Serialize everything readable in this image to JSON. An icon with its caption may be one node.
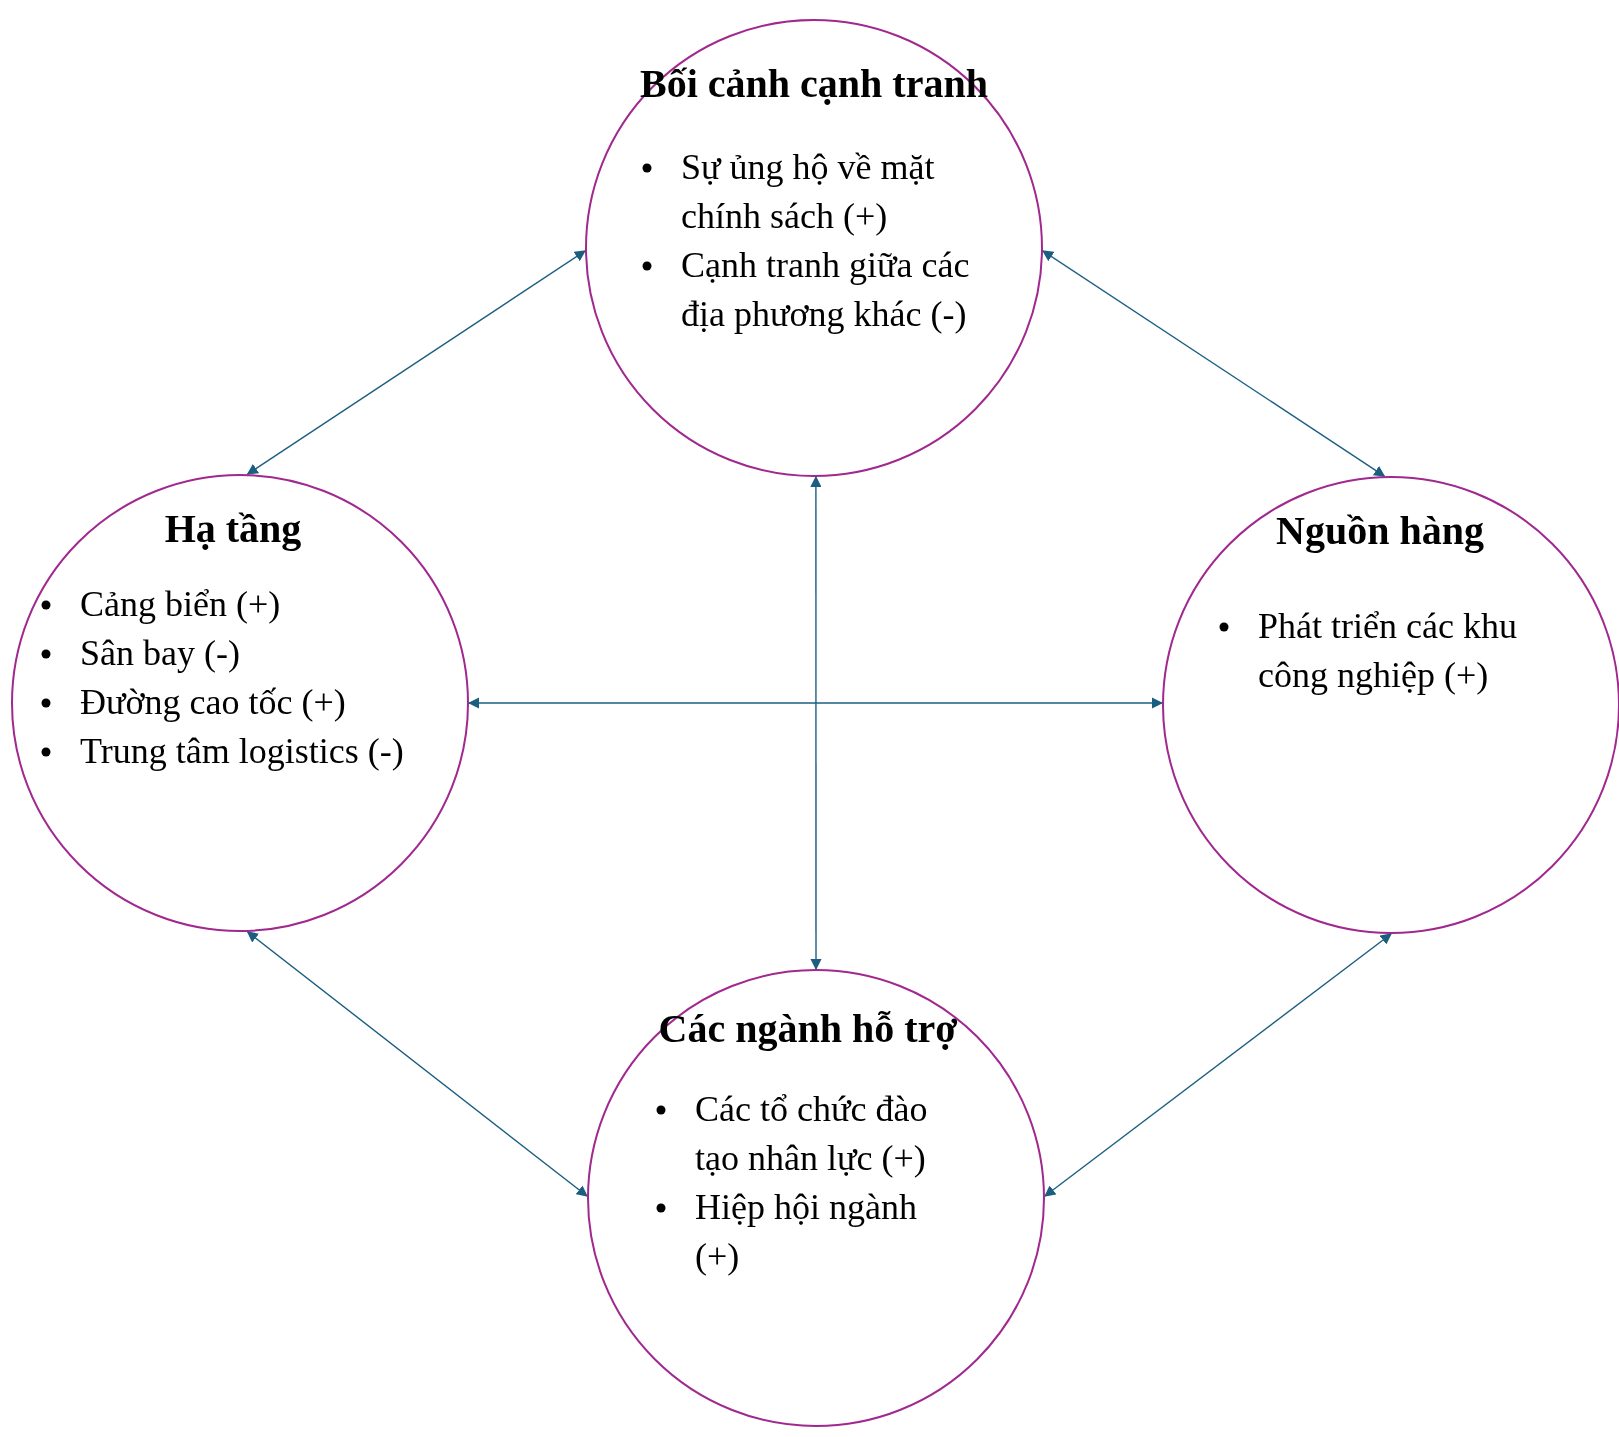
{
  "diagram": {
    "nodes": [
      {
        "text": [
          "Bối cảnh cạnh tranh",
          "Sự ủng hộ về mặt chính sách (+)",
          "Cạnh tranh giữa các địa phương khác (-)"
        ]
      },
      {
        "text": [
          "Hạ tầng",
          "Cảng biển (+)",
          "Sân bay (-)",
          "Đường cao tốc (+)",
          "Trung tâm logistics (-)"
        ]
      },
      {
        "text": [
          "Nguồn hàng",
          "Phát triển các khu công nghiệp (+)"
        ]
      },
      {
        "text": [
          "Các ngành hỗ trợ",
          "Các tổ chức đào tạo nhân lực (+)",
          "Hiệp hội ngành (+)"
        ]
      }
    ],
    "edges": [
      {
        "from": 0,
        "to": 1,
        "arrow": "both"
      },
      {
        "from": 0,
        "to": 2,
        "arrow": "both"
      },
      {
        "from": 0,
        "to": 3,
        "arrow": "both"
      },
      {
        "from": 1,
        "to": 2,
        "arrow": "both"
      },
      {
        "from": 1,
        "to": 3,
        "arrow": "both"
      },
      {
        "from": 2,
        "to": 3,
        "arrow": "both"
      }
    ]
  }
}
